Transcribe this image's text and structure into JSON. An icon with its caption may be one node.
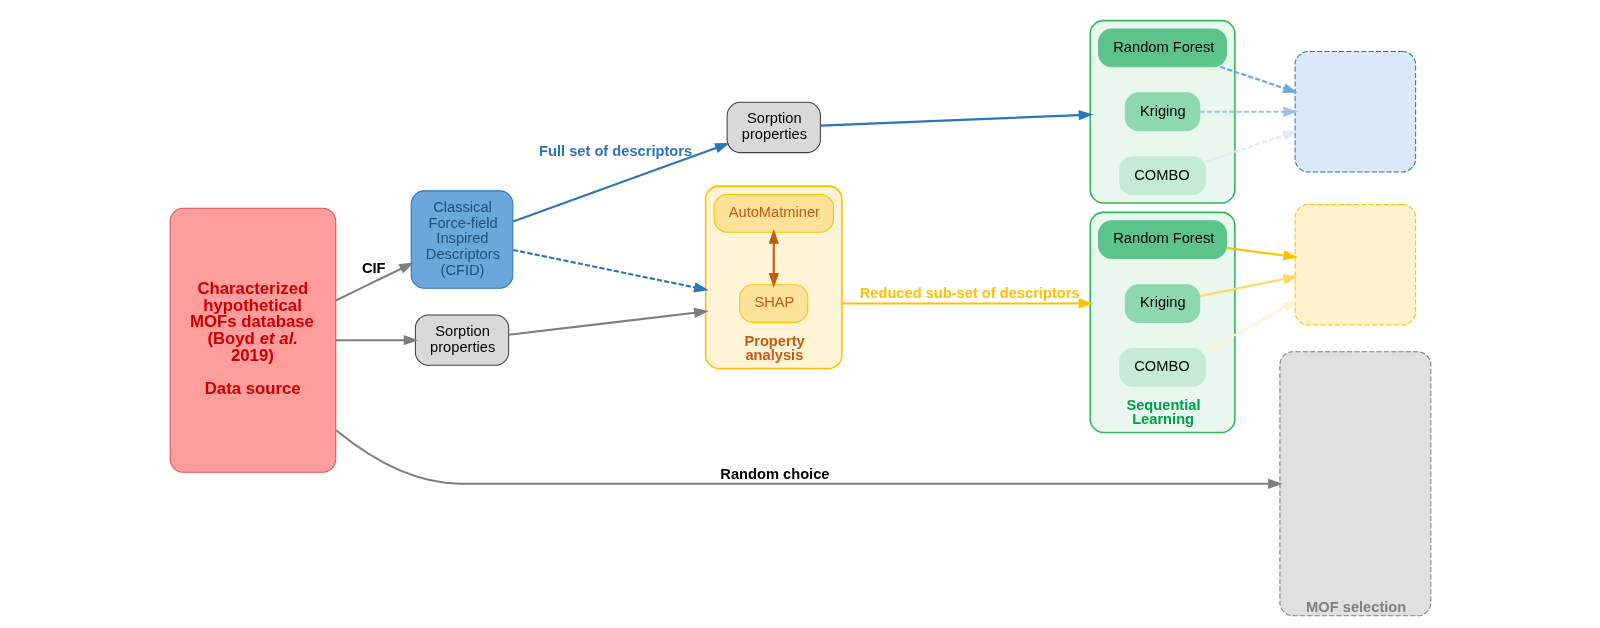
{
  "diagram": {
    "nodes": [
      {
        "text": [
          "Characterized hypothetical MOFs database (Boyd *et al.* 2019)",
          "Data source"
        ]
      },
      {
        "text": [
          "Classical Force-field Inspired Descriptors (CFID)"
        ]
      },
      {
        "text": [
          "Sorption properties"
        ]
      },
      {
        "text": [],
        "shape": "box"
      },
      {
        "text": [
          "Random Forest"
        ],
        "in": 3
      },
      {
        "text": [
          "Kriging"
        ],
        "in": 3
      },
      {
        "text": [
          "COMBO"
        ],
        "in": 3
      },
      {
        "text": [
          "Sorption properties"
        ]
      },
      {
        "text": [
          "Property analysis"
        ]
      },
      {
        "text": [
          "AutoMatminer"
        ],
        "in": 8
      },
      {
        "text": [
          "SHAP"
        ],
        "in": 8
      },
      {
        "text": [
          "Sequential Learning"
        ]
      },
      {
        "text": [
          "Random Forest"
        ],
        "in": 11
      },
      {
        "text": [
          "Kriging"
        ],
        "in": 11
      },
      {
        "text": [
          "COMBO"
        ],
        "in": 11
      },
      {
        "text": [
          "MOF selection"
        ]
      },
      {
        "text": [],
        "shape": "box"
      },
      {
        "text": [],
        "shape": "box"
      }
    ],
    "edges": [
      {
        "from": 0,
        "to": 15,
        "arrow": "to",
        "label": "Random choice"
      },
      {
        "from": 0,
        "to": 1,
        "arrow": "to",
        "label": "CIF"
      },
      {
        "from": 1,
        "to": 2,
        "arrow": "to",
        "label": "Full set of descriptors",
        "color": "#2e75b6"
      },
      {
        "from": 1,
        "to": 8,
        "arrow": "to",
        "style": "dashed",
        "color": "#2e75b6"
      },
      {
        "from": 2,
        "to": 3,
        "arrow": "to",
        "color": "#2e75b6"
      },
      {
        "from": 4,
        "to": 16,
        "arrow": "to",
        "style": "dashed",
        "color": "#6fa8dc"
      },
      {
        "from": 5,
        "to": 16,
        "arrow": "to",
        "style": "dashed",
        "color": "#9dc3e6"
      },
      {
        "from": 6,
        "to": 16,
        "arrow": "to",
        "style": "dashed",
        "color": "#deebf7"
      },
      {
        "from": 0,
        "to": 7,
        "arrow": "to"
      },
      {
        "from": 7,
        "to": 8,
        "arrow": "to"
      },
      {
        "from": 9,
        "to": 10,
        "arrow": "both",
        "color": "#c55a11"
      },
      {
        "from": 8,
        "to": 11,
        "arrow": "to",
        "label": "Reduced sub-set of descriptors",
        "color": "#ffc000"
      },
      {
        "from": 12,
        "to": 17,
        "arrow": "to",
        "color": "#ffc000"
      },
      {
        "from": 13,
        "to": 17,
        "arrow": "to",
        "color": "#ffd966"
      },
      {
        "from": 14,
        "to": 17,
        "arrow": "to",
        "color": "#fff2cc"
      }
    ]
  }
}
